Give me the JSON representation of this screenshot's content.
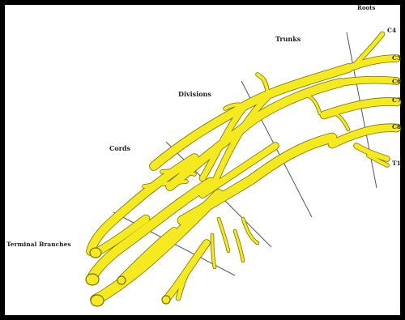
{
  "labels": {
    "roots": "Roots",
    "trunks": "Trunks",
    "divisions": "Divisions",
    "cords": "Cords",
    "terminal_branches": "Terminal Branches",
    "c4": "C4",
    "c5": "C5",
    "c6": "C6",
    "c7": "C7",
    "c8": "C8",
    "t1": "T1"
  },
  "colors": {
    "nerve_fill": "#f5ea1f",
    "nerve_outline": "#7a6f00",
    "background": "#ffffff",
    "frame": "#000000",
    "guide_line": "#555555"
  }
}
